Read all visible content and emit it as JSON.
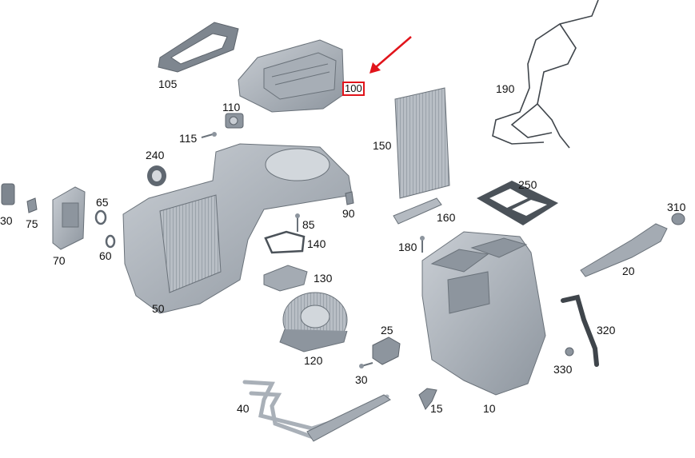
{
  "diagram": {
    "highlighted_part": "100",
    "arrow_color": "#e1141b",
    "part_color": "#a9b0b8",
    "part_dark_color": "#6f7780",
    "labels": {
      "p105": "105",
      "p100": "100",
      "p110": "110",
      "p115": "115",
      "p240": "240",
      "p150": "150",
      "p190": "190",
      "p250": "250",
      "p310": "310",
      "p30l": "30",
      "p75": "75",
      "p65": "65",
      "p60": "60",
      "p70": "70",
      "p85": "85",
      "p90": "90",
      "p140": "140",
      "p160": "160",
      "p180": "180",
      "p20": "20",
      "p130": "130",
      "p50": "50",
      "p120": "120",
      "p25": "25",
      "p320": "320",
      "p30": "30",
      "p330": "330",
      "p40": "40",
      "p15": "15",
      "p10": "10"
    }
  }
}
